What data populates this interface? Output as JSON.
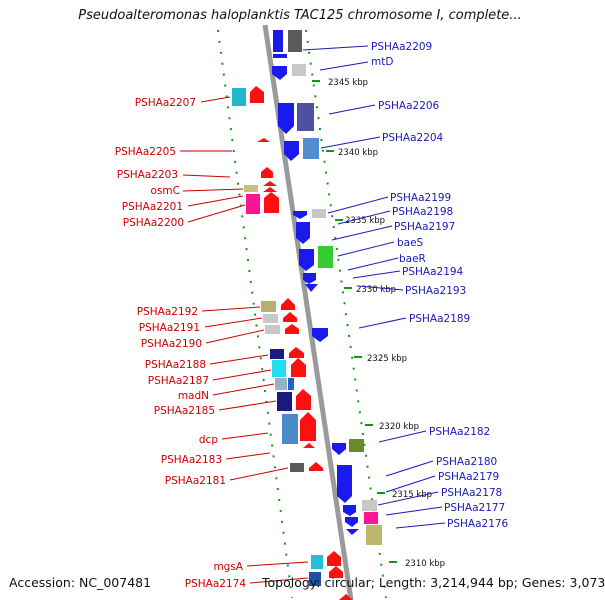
{
  "title": "Pseudoalteromonas haloplanktis TAC125 chromosome I, complete...",
  "footer": {
    "accession": "Accession: NC_007481",
    "summary": "Topology: circular; Length: 3,214,944 bp; Genes: 3,073"
  },
  "colors": {
    "backbone": "#8a8a8a",
    "forward_gene_label": "#cc0000",
    "reverse_gene_label": "#1a1ab8",
    "forward_strand_arrow": "#ff1010",
    "reverse_strand_arrow": "#1a1aee",
    "tick": "#119911"
  },
  "kbp_markers": [
    "2345 kbp",
    "2340 kbp",
    "2335 kbp",
    "2330 kbp",
    "2325 kbp",
    "2320 kbp",
    "2315 kbp",
    "2310 kbp"
  ],
  "left_labels": [
    "PSHAa2207",
    "PSHAa2205",
    "PSHAa2203",
    "osmC",
    "PSHAa2201",
    "PSHAa2200",
    "PSHAa2192",
    "PSHAa2191",
    "PSHAa2190",
    "PSHAa2188",
    "PSHAa2187",
    "madN",
    "PSHAa2185",
    "dcp",
    "PSHAa2183",
    "PSHAa2181",
    "mgsA",
    "PSHAa2174"
  ],
  "right_labels": [
    "PSHAa2209",
    "mtD",
    "PSHAa2206",
    "PSHAa2204",
    "PSHAa2199",
    "PSHAa2198",
    "PSHAa2197",
    "baeS",
    "baeR",
    "PSHAa2194",
    "PSHAa2193",
    "PSHAa2189",
    "PSHAa2182",
    "PSHAa2180",
    "PSHAa2179",
    "PSHAa2178",
    "PSHAa2177",
    "PSHAa2176"
  ]
}
